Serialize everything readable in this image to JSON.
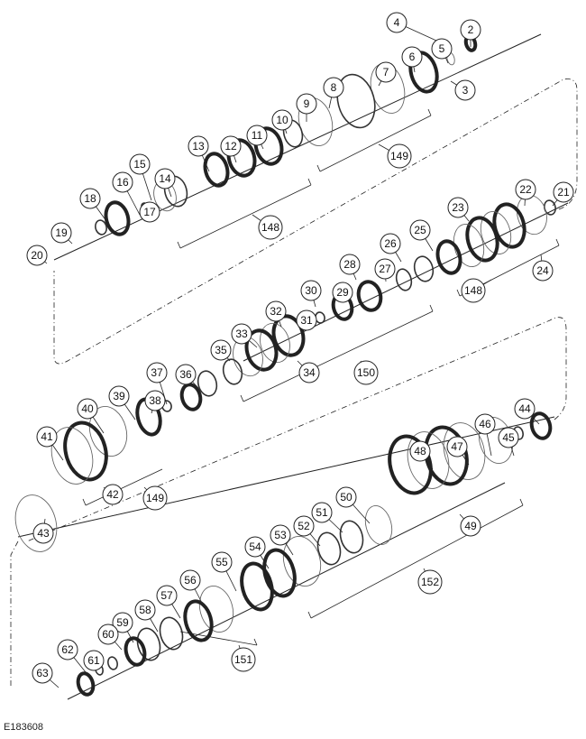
{
  "figure_id": "E183608",
  "callouts": [
    "4",
    "2",
    "5",
    "3",
    "6",
    "7",
    "8",
    "9",
    "10",
    "11",
    "12",
    "13",
    "14",
    "15",
    "16",
    "17",
    "18",
    "19",
    "20",
    "149",
    "148",
    "21",
    "22",
    "23",
    "24",
    "148",
    "25",
    "26",
    "27",
    "28",
    "29",
    "30",
    "31",
    "32",
    "33",
    "34",
    "150",
    "35",
    "36",
    "37",
    "38",
    "39",
    "40",
    "41",
    "42",
    "149",
    "43",
    "44",
    "45",
    "46",
    "47",
    "48",
    "49",
    "50",
    "51",
    "52",
    "53",
    "54",
    "55",
    "56",
    "57",
    "58",
    "59",
    "60",
    "61",
    "62",
    "63",
    "151",
    "152"
  ]
}
